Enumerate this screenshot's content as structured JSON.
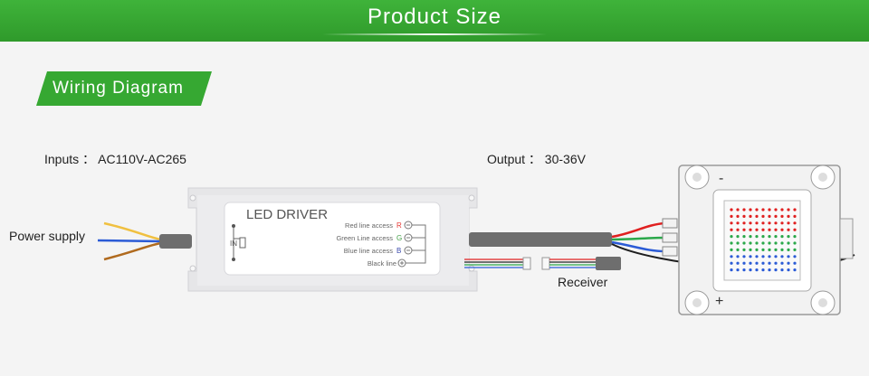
{
  "header": {
    "title": "Product Size"
  },
  "section": {
    "badge_label": "Wiring  Diagram"
  },
  "labels": {
    "inputs": "Inputs  ： AC110V-AC265",
    "output": "Output  ： 30-36V",
    "power_supply": "Power  supply",
    "receiver": "Receiver"
  },
  "driver": {
    "title": "LED  DRIVER",
    "in_label": "IN",
    "lines": [
      {
        "text": "Red line access",
        "letter": "R",
        "color": "#e53935"
      },
      {
        "text": "Green Line access",
        "letter": "G",
        "color": "#43a047"
      },
      {
        "text": "Blue line access",
        "letter": "B",
        "color": "#3949ab"
      },
      {
        "text": "Black line",
        "letter": "",
        "color": "#333333"
      }
    ]
  },
  "led": {
    "minus": "-",
    "plus": "+"
  },
  "colors": {
    "brand_green": "#36a832",
    "wire_red": "#e02020",
    "wire_green": "#2aa84a",
    "wire_blue": "#2b5bd6",
    "wire_yellow": "#f0c040",
    "wire_brown": "#b06a1e"
  }
}
